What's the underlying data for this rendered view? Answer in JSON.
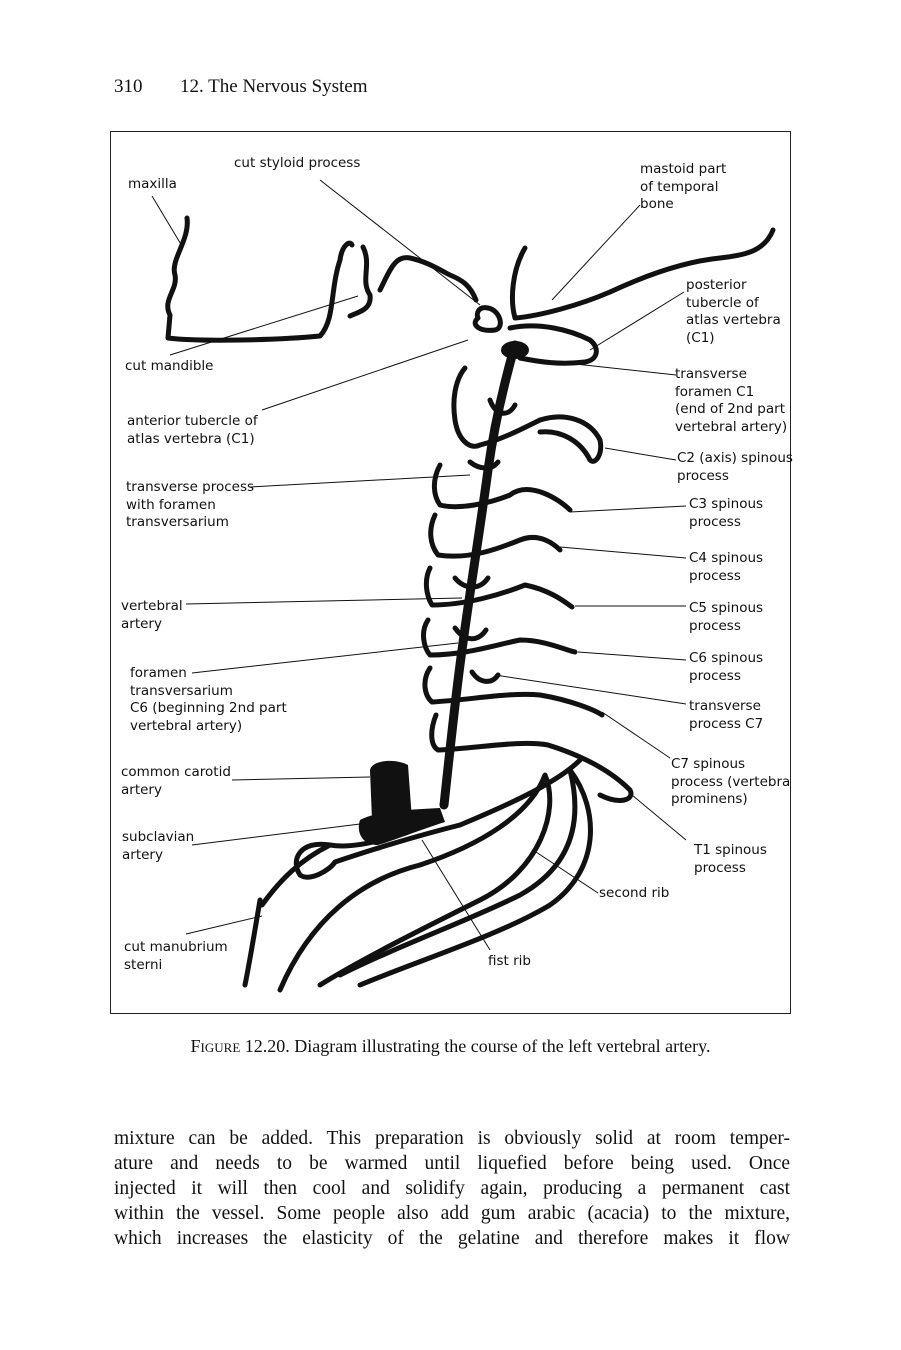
{
  "header": {
    "page_number": "310",
    "chapter": "12. The Nervous System"
  },
  "figure": {
    "labels": {
      "maxilla": "maxilla",
      "cut_styloid": "cut styloid process",
      "mastoid": "mastoid part\nof temporal\nbone",
      "posterior_tubercle": "posterior\ntubercle of\natlas vertebra\n(C1)",
      "cut_mandible": "cut mandible",
      "transverse_foramen_c1": "transverse\nforamen C1\n(end of 2nd part\nvertebral artery)",
      "anterior_tubercle": "anterior tubercle of\natlas vertebra (C1)",
      "c2_spinous": "C2 (axis) spinous\nprocess",
      "transverse_process": "transverse process\nwith foramen\ntransversarium",
      "c3_spinous": "C3 spinous\nprocess",
      "c4_spinous": "C4 spinous\nprocess",
      "vertebral_artery": "vertebral\nartery",
      "c5_spinous": "C5 spinous\nprocess",
      "foramen_c6": "foramen\ntransversarium\nC6 (beginning 2nd part\nvertebral artery)",
      "c6_spinous": "C6 spinous\nprocess",
      "transverse_c7": "transverse\nprocess C7",
      "common_carotid": "common carotid\nartery",
      "c7_spinous": "C7 spinous\nprocess (vertebra\nprominens)",
      "subclavian": "subclavian\nartery",
      "t1_spinous": "T1 spinous\nprocess",
      "second_rib": "second rib",
      "cut_manubrium": "cut manubrium\nsterni",
      "fist_rib": "fist rib"
    },
    "caption_prefix": "Figure 12.20.",
    "caption_text": "Diagram illustrating the course of the left vertebral artery."
  },
  "body_lines": [
    "mixture can be added. This preparation is obviously solid at room temper-",
    "ature and needs to be warmed until liquefied before being used. Once",
    "injected it will then cool and solidify again, producing a permanent cast",
    "within the vessel. Some people also add gum arabic (acacia) to the mixture,",
    "which increases the elasticity of the gelatine and therefore makes it flow"
  ]
}
